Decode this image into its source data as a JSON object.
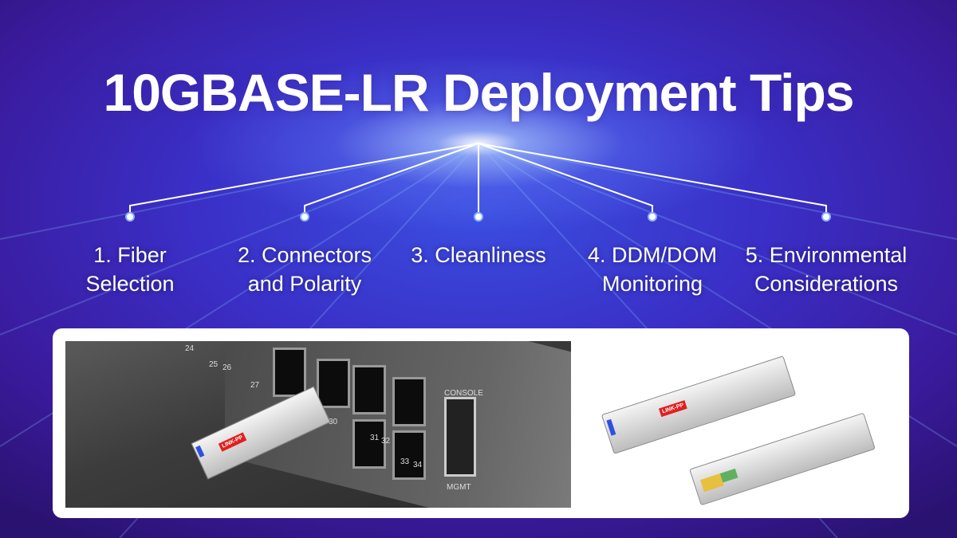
{
  "title": "10GBASE-LR Deployment Tips",
  "tips": [
    {
      "line1": "1. Fiber",
      "line2": "Selection"
    },
    {
      "line1": "2. Connectors",
      "line2": "and Polarity"
    },
    {
      "line1": "3. Cleanliness",
      "line2": ""
    },
    {
      "line1": "4. DDM/DOM",
      "line2": "Monitoring"
    },
    {
      "line1": "5. Environmental",
      "line2": "Considerations"
    }
  ],
  "photo": {
    "console": "CONSOLE",
    "mgmt": "MGMT",
    "ports": [
      "24",
      "25",
      "26",
      "27",
      "30",
      "31",
      "32",
      "33",
      "34"
    ],
    "brand": "LINK-PP"
  },
  "colors": {
    "bg_dark": "#2a1270",
    "bg_mid": "#3a4ee0",
    "accent_red": "#e02020",
    "fiber_blue": "#3050e0"
  }
}
